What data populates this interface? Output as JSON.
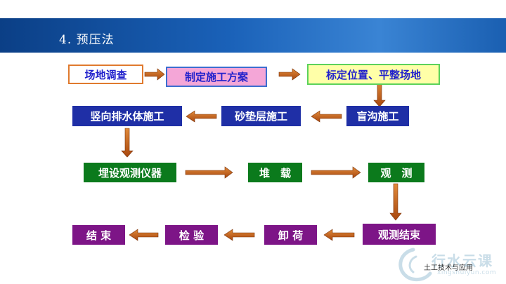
{
  "title": "4. 预压法",
  "nodes": {
    "site_survey": "场地调查",
    "construction_plan": "制定施工方案",
    "positioning_leveling": "标定位置、平整场地",
    "vertical_drainage": "竖向排水体施工",
    "sand_cushion": "砂垫层施工",
    "blind_ditch": "盲沟施工",
    "install_instruments": "埋设观测仪器",
    "surcharge": "堆　载",
    "observation": "观　测",
    "end": "结 束",
    "inspection": "检 验",
    "unloading": "卸 荷",
    "observation_end": "观测结束"
  },
  "colors": {
    "arrow": "#c05a14",
    "banner": "#1a61b8"
  },
  "watermark": {
    "brand": "行水云课",
    "url": "xingshuiyun.com",
    "caption": "土工技术与应用"
  }
}
